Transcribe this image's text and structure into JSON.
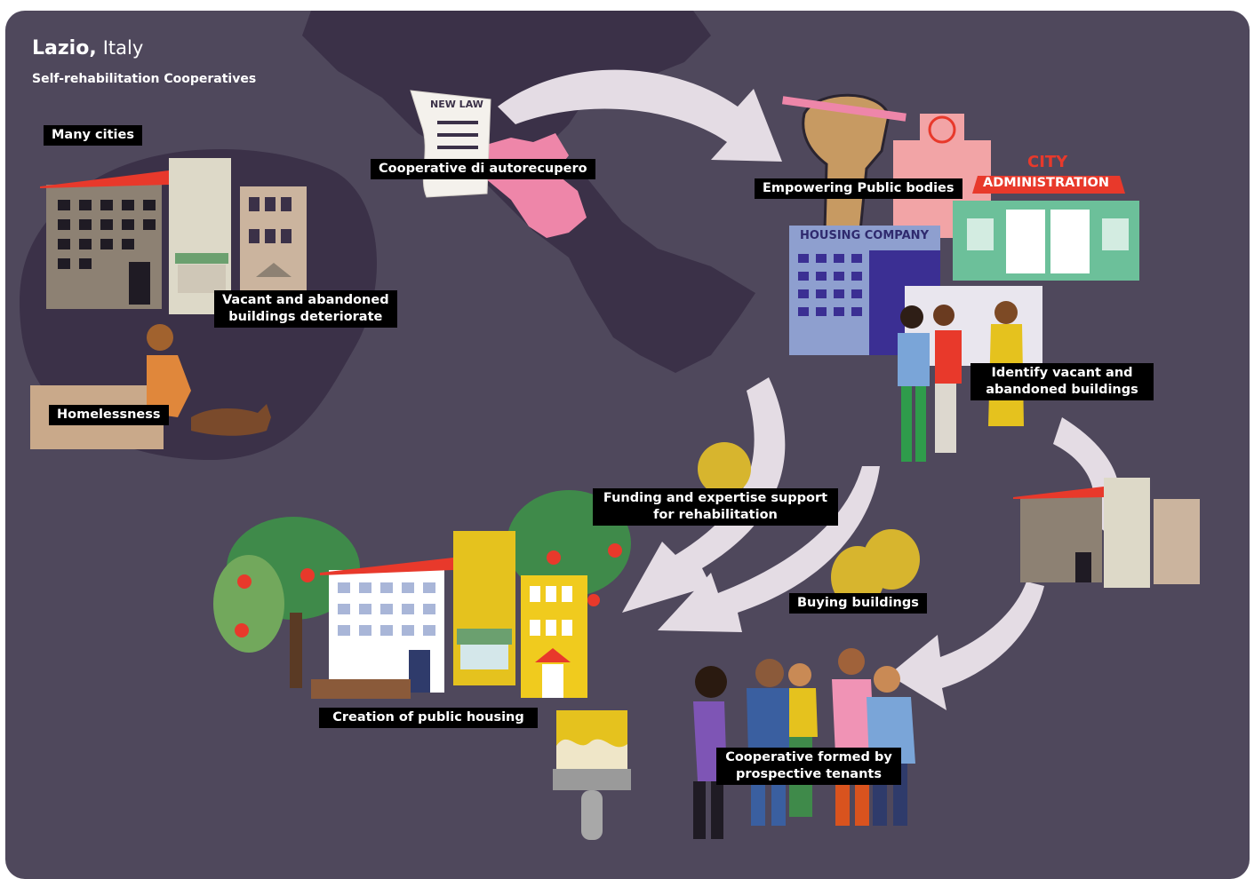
{
  "header": {
    "region": "Lazio,",
    "country": "Italy",
    "subtitle": "Self-rehabilitation Cooperatives"
  },
  "labels": {
    "many_cities": "Many cities",
    "vacant": "Vacant and abandoned\nbuildings deteriorate",
    "homelessness": "Homelessness",
    "new_law_doc": "NEW LAW",
    "cooperative_law": "Cooperative di autorecupero",
    "empowering": "Empowering Public bodies",
    "city": "CITY",
    "administration": "ADMINISTRATION",
    "housing_company": "HOUSING COMPANY",
    "identify": "Identify vacant and\nabandoned buildings",
    "funding": "Funding and expertise support\nfor rehabilitation",
    "buying": "Buying buildings",
    "creation": "Creation of public housing",
    "cooperative_formed": "Cooperative formed by\nprospective tenants"
  },
  "colors": {
    "background": "#4f485c",
    "map_dark": "#3b3148",
    "lazio_pink": "#ee86a9",
    "arrow": "#e4dce4",
    "label_bg": "#000000",
    "roof_red": "#e8392b",
    "money_gold": "#d7b52e",
    "tree_green": "#3f8a4a",
    "admin_green": "#6cc09a",
    "housing_blue": "#8e9fcf"
  },
  "icons": [
    "new-law-scroll-icon",
    "money-bag-icon",
    "raised-fist-icon",
    "city-hall-icon",
    "housing-company-icon",
    "paint-brush-icon",
    "tree-icon",
    "people-group-icon",
    "dog-icon"
  ]
}
